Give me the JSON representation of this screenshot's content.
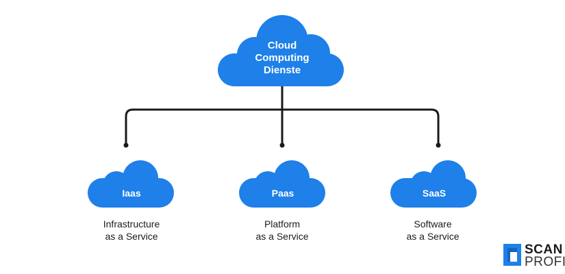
{
  "diagram": {
    "root": {
      "lines": [
        "Cloud",
        "Computing",
        "Dienste"
      ]
    },
    "children": [
      {
        "label": "Iaas",
        "caption": [
          "Infrastructure",
          "as a Service"
        ]
      },
      {
        "label": "Paas",
        "caption": [
          "Platform",
          "as a Service"
        ]
      },
      {
        "label": "SaaS",
        "caption": [
          "Software",
          "as a Service"
        ]
      }
    ]
  },
  "colors": {
    "cloud": "#1e80e8",
    "connector": "#1a1a1a"
  },
  "logo": {
    "line1": "SCAN",
    "line2": "PROFI",
    "icon": "document-scan-icon"
  }
}
